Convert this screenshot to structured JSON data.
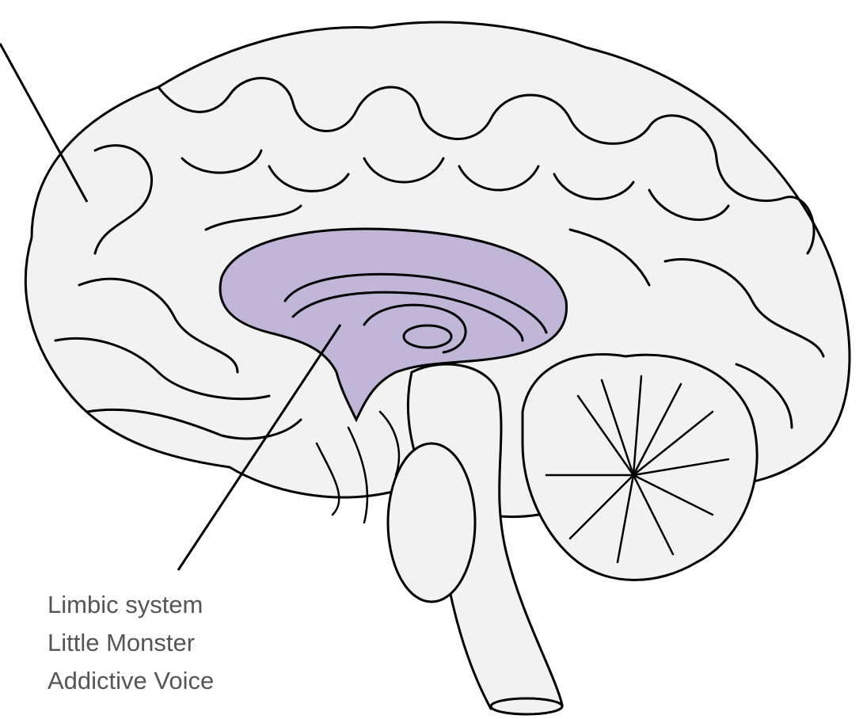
{
  "diagram": {
    "labels": {
      "line1": "Limbic system",
      "line2": "Little Monster",
      "line3": "Addictive Voice"
    },
    "colors": {
      "brain_fill": "#f2f2f2",
      "outline": "#000000",
      "limbic_fill": "#c2b6d8",
      "label_text": "#555555"
    }
  }
}
